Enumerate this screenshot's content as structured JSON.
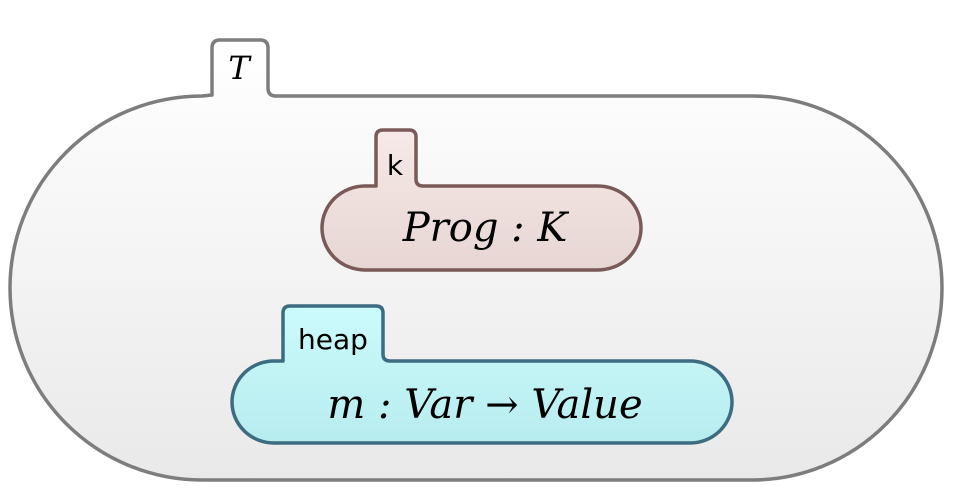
{
  "cells": {
    "outer": {
      "label": "T",
      "fill_top": "#ffffff",
      "fill_bottom": "#e9e9e9",
      "stroke": "#7d7d7d"
    },
    "k": {
      "label": "k",
      "content": "Prog : K",
      "fill_top": "#f6e9e7",
      "fill_bottom": "#e7d6d3",
      "stroke": "#7a5a58"
    },
    "heap": {
      "label": "heap",
      "content": "m : Var → Value",
      "fill_top": "#ccfbfc",
      "fill_bottom": "#b7ecee",
      "stroke": "#3d6c80"
    }
  }
}
